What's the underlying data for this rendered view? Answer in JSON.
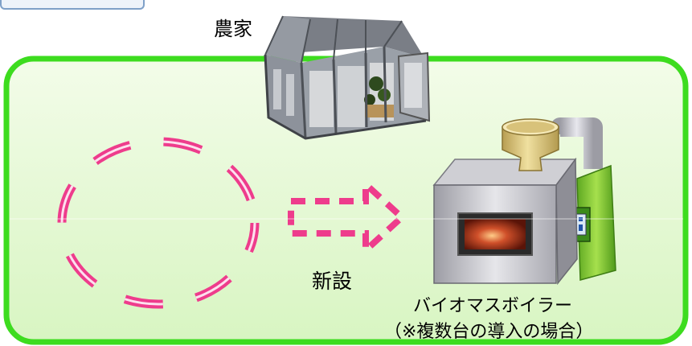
{
  "labels": {
    "farmer": "農家",
    "new_install": "新設",
    "boiler": "バイオマスボイラー",
    "note": "（※複数台の導入の場合）"
  },
  "colors": {
    "frame_green": "#3ddc1f",
    "panel_fill": "#e3f8d0",
    "dash_pink": "#ee3c8c"
  },
  "icons": {
    "greenhouse": "greenhouse-icon",
    "boiler": "biomass-boiler-icon",
    "arrow": "dashed-arrow-icon",
    "circle": "dashed-circle-icon"
  }
}
